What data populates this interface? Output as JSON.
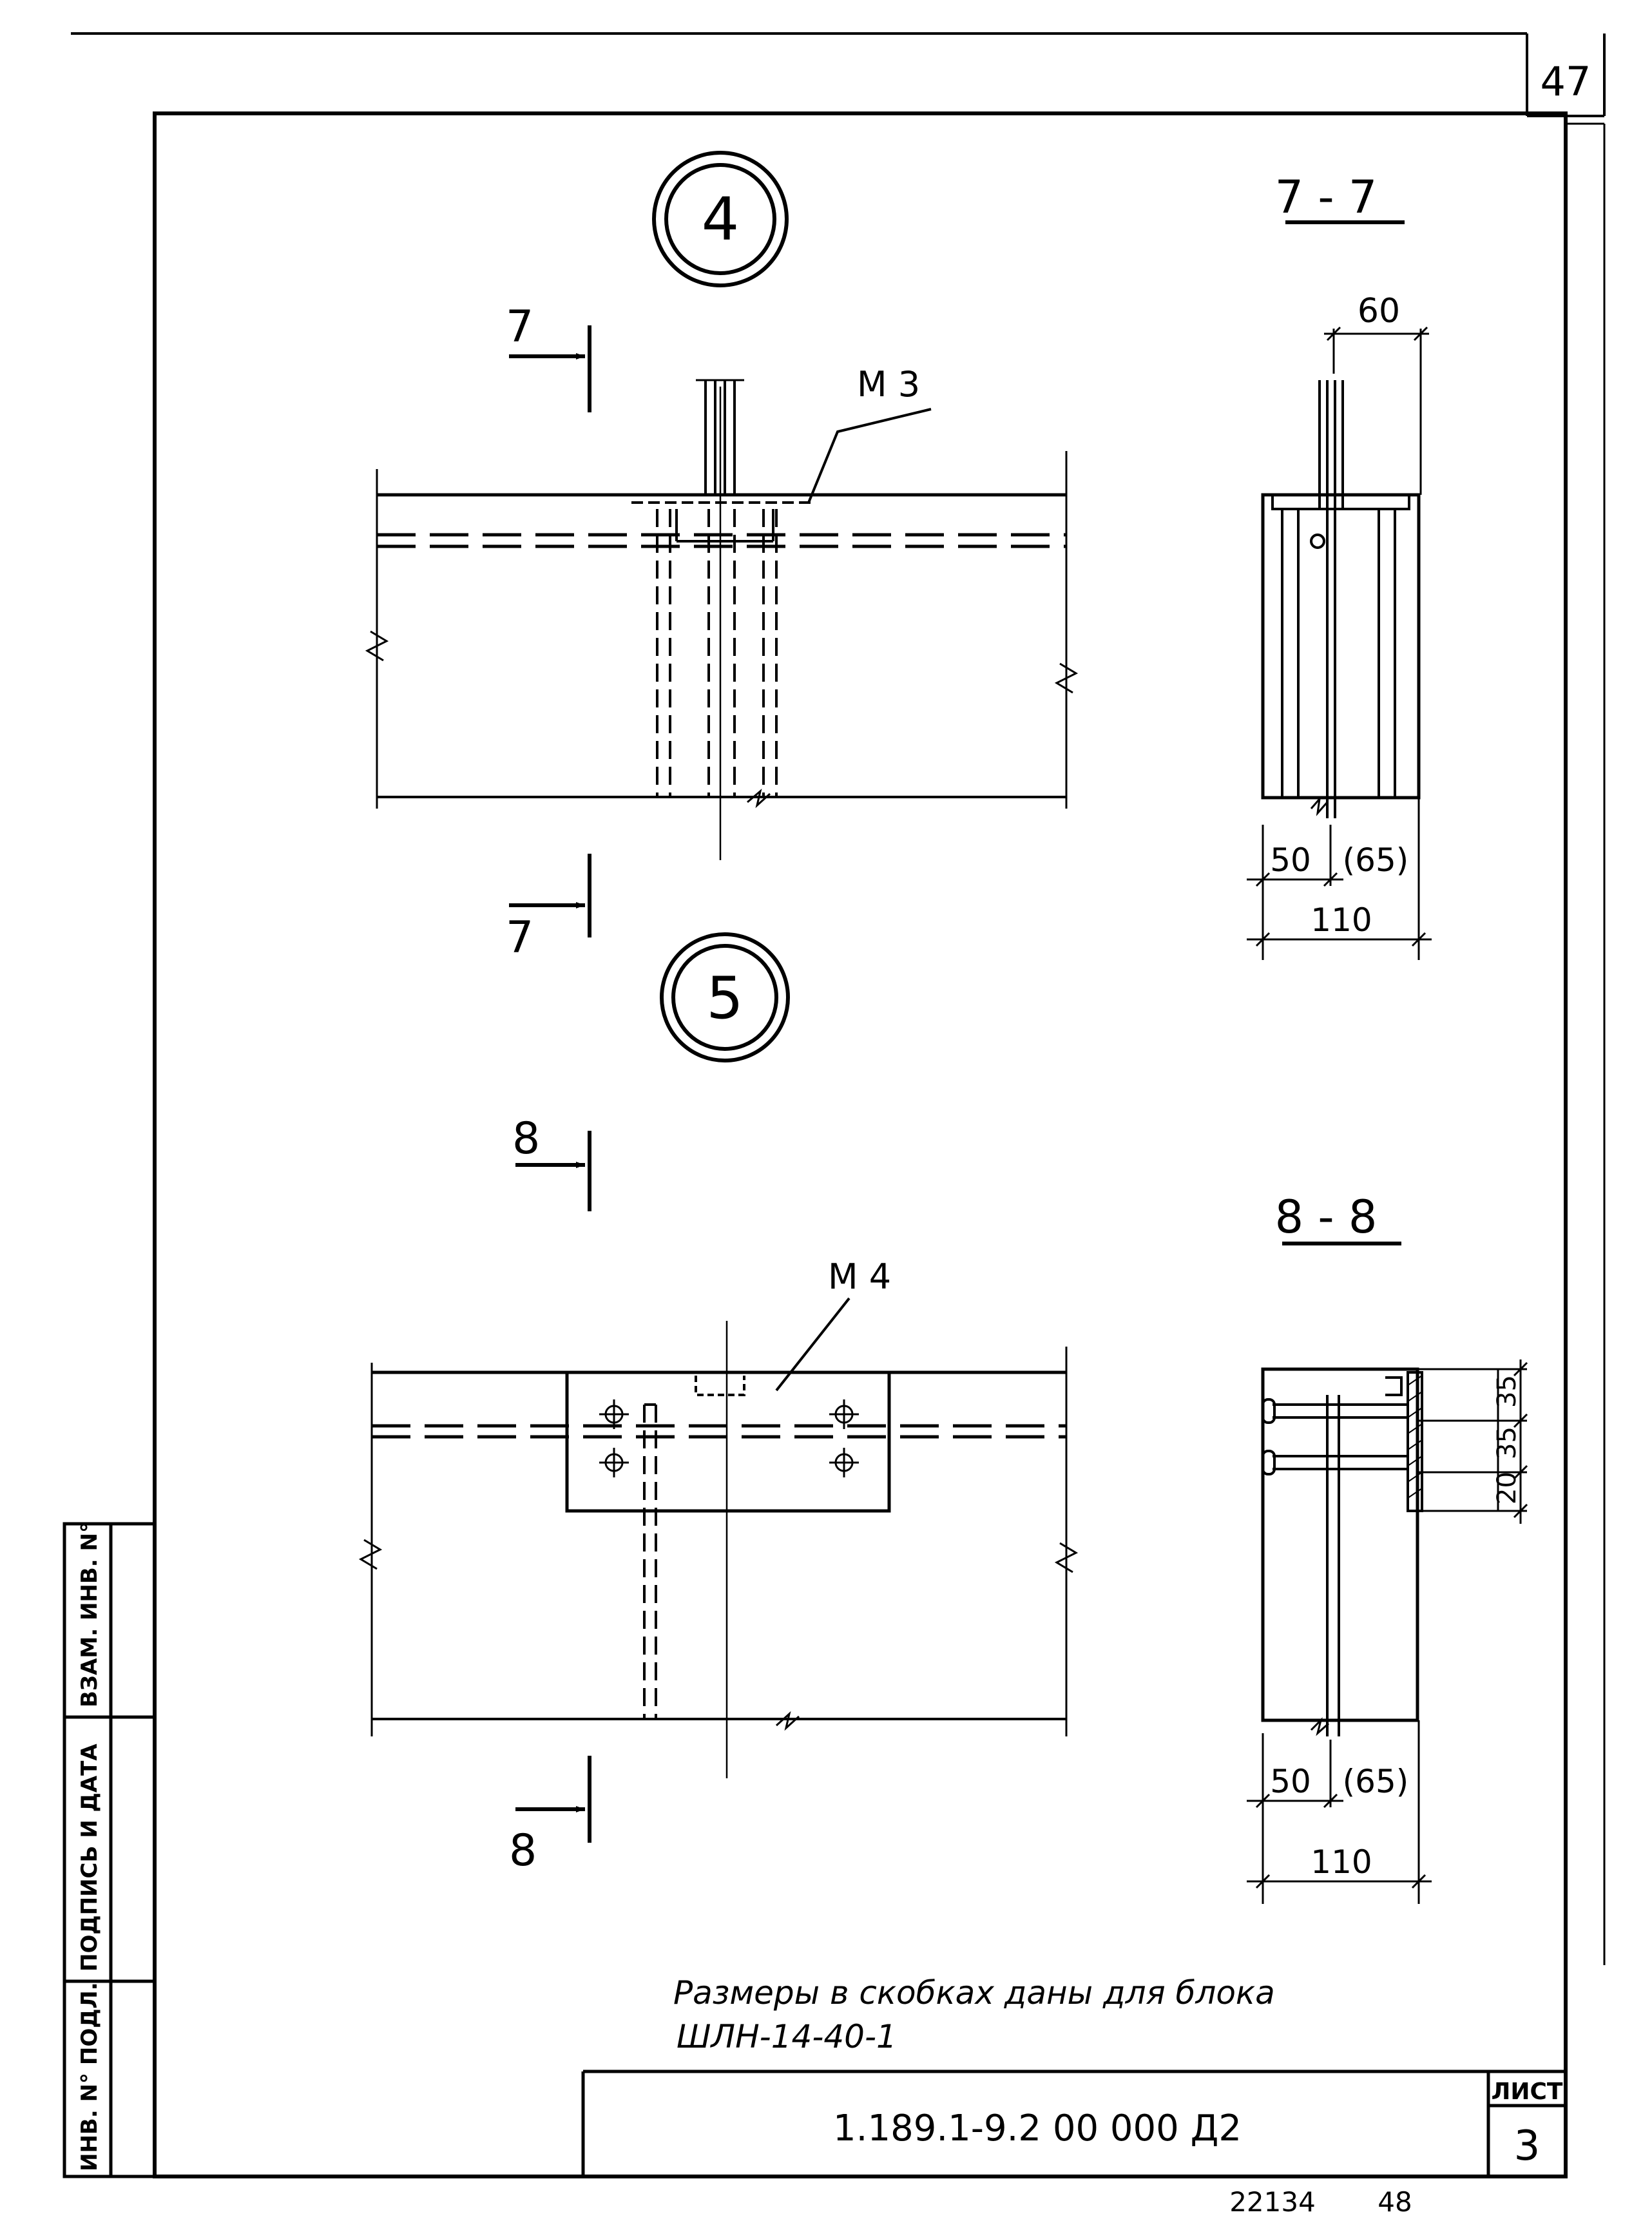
{
  "sheet": {
    "corner_number": "47",
    "title_code": "1.189.1-9.2 00 000 Д2",
    "sheet_label": "ЛИСТ",
    "sheet_number": "3",
    "footer_left": "22134",
    "footer_right": "48"
  },
  "side_stamp": {
    "inv_podl": "ИНВ. N° ПОДЛ.",
    "podpis_data": "ПОДПИСЬ И ДАТА",
    "vzam_inv": "ВЗАМ. ИНВ. N°"
  },
  "node4": {
    "marker": "4",
    "cut_top": "7",
    "cut_bottom": "7",
    "part_label": "М 3"
  },
  "section77": {
    "title": "7 - 7",
    "dim_top": "60",
    "dim_a": "50",
    "dim_b": "(65)",
    "dim_total": "110"
  },
  "node5": {
    "marker": "5",
    "cut_top": "8",
    "cut_bottom": "8",
    "part_label": "М 4"
  },
  "section88": {
    "title": "8 - 8",
    "dim_v1": "35",
    "dim_v2": "35",
    "dim_v3": "20",
    "dim_a": "50",
    "dim_b": "(65)",
    "dim_total": "110"
  },
  "note": {
    "line1": "Размеры в скобках даны для блока",
    "line2": "ШЛН-14-40-1"
  }
}
